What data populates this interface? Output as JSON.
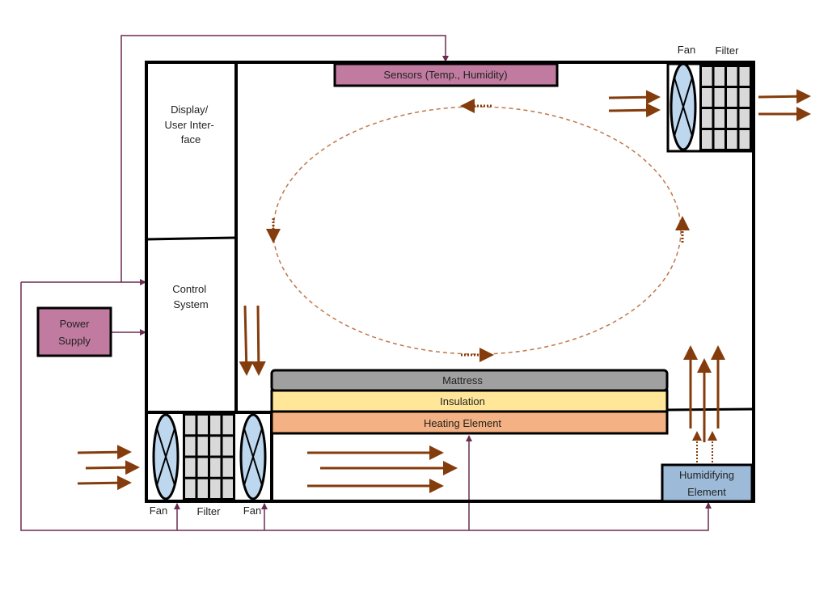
{
  "title": "Bed climate control system diagram",
  "components": {
    "display": [
      "Display/",
      "User Inter-",
      "face"
    ],
    "control": [
      "Control",
      "System"
    ],
    "power": [
      "Power",
      "Supply"
    ],
    "sensors": "Sensors (Temp., Humidity)",
    "mattress": "Mattress",
    "insulation": "Insulation",
    "heating": "Heating Element",
    "humidifier": [
      "Humidifying",
      "Element"
    ],
    "fan_top": "Fan",
    "filter_top": "Filter",
    "fan_bottom_left": "Fan",
    "filter_bottom": "Filter",
    "fan_bottom_right": "Fan"
  },
  "colors": {
    "sensors": "#c27ba0",
    "power": "#c27ba0",
    "mattress": "#a0a0a0",
    "insulation": "#ffe699",
    "heating": "#f4b183",
    "humidifier": "#9dbbd9",
    "fan": "#bdd7ee",
    "filter": "#d9d9d9",
    "airflow": "#843c0c",
    "wire": "#6b2c4f"
  }
}
